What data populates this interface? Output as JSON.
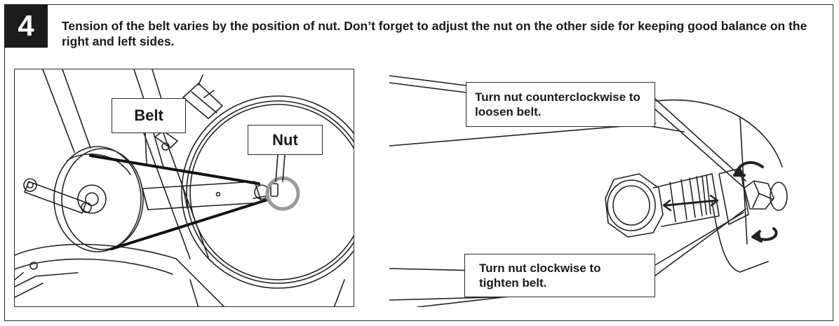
{
  "step": {
    "number": "4"
  },
  "instruction": "Tension of the belt varies by the position of nut. Don’t forget to adjust the nut on the other side for keeping good balance on the right and left sides.",
  "left_figure": {
    "belt_label": "Belt",
    "nut_label": "Nut",
    "highlight_color": "#9a9a9a"
  },
  "right_figure": {
    "loosen_label": "Turn nut counterclockwise to loosen belt.",
    "tighten_label": "Turn nut clockwise to tighten belt.",
    "arrow_icon": "double-headed-arrow",
    "rotation_icons": [
      "counterclockwise-arrow",
      "clockwise-arrow"
    ]
  }
}
